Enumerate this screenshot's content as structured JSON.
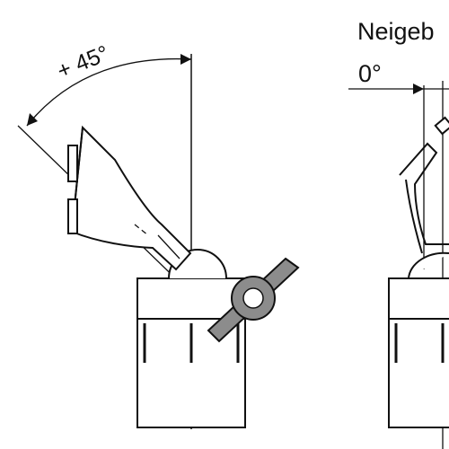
{
  "labels": {
    "angle_left": "+ 45°",
    "heading_right": "Neigeb",
    "angle_right": "0°"
  },
  "colors": {
    "ink": "#111111",
    "knob_fill": "#8c8c8c",
    "background": "#ffffff"
  }
}
